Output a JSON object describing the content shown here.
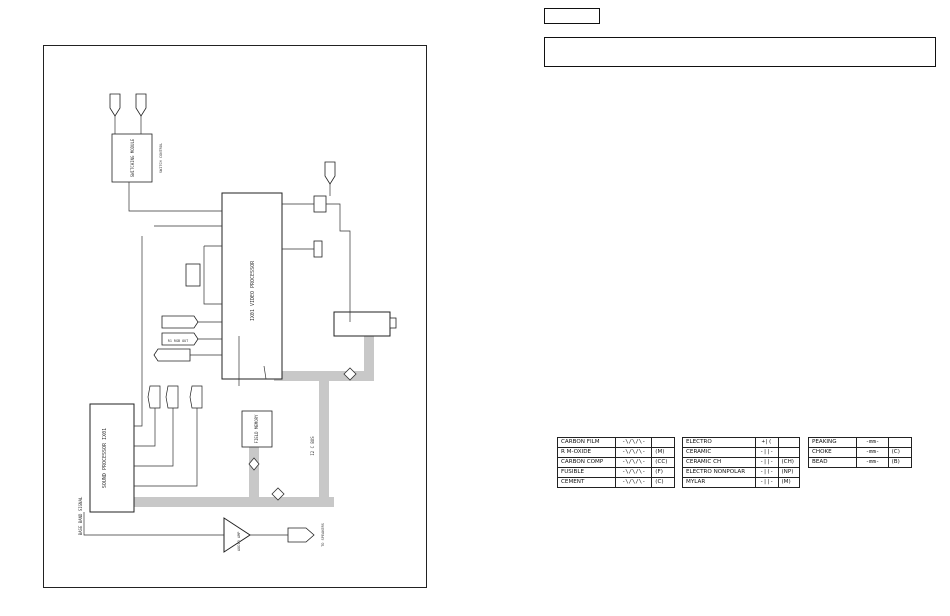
{
  "header": {
    "small_box_text": "",
    "wide_box_text": ""
  },
  "diagram": {
    "blocks": {
      "video_processor": "IX01\nVIDEO PROCESSOR",
      "sound_processor": "SOUND PROCESSOR  IX01",
      "switching_module": "SWITCHING\nMODULE",
      "field_memory": "FIELD\nMEMORY",
      "audio_amplifier": "AUDIO\nAMPLIFIER",
      "speaker_label": "TO SPEAKERS/\nHEAD PHONE"
    },
    "signals": {
      "iic_bus": "I2 C BUS",
      "base_band_signal": "BASE BAND SIGNAL",
      "rgb_out": "R1 RGB OUT"
    }
  },
  "legend": {
    "resistors": [
      {
        "name": "CARBON FILM",
        "symbol": "-\\/\\/\\-",
        "code": ""
      },
      {
        "name": "R M-OXIDE",
        "symbol": "-\\/\\/\\-",
        "code": "(M)"
      },
      {
        "name": "CARBON COMP",
        "symbol": "-\\/\\/\\-",
        "code": "(CC)"
      },
      {
        "name": "FUSIBLE",
        "symbol": "-\\/\\/\\-",
        "code": "(F)"
      },
      {
        "name": "CEMENT",
        "symbol": "-\\/\\/\\-",
        "code": "(C)"
      }
    ],
    "capacitors": [
      {
        "name": "ELECTRO",
        "symbol": "+|(",
        "code": ""
      },
      {
        "name": "CERAMIC",
        "symbol": "-||-",
        "code": ""
      },
      {
        "name": "CERAMIC CH",
        "symbol": "-||-",
        "code": "(CH)"
      },
      {
        "name": "ELECTRO NONPOLAR",
        "symbol": "-|(-",
        "code": "(NP)"
      },
      {
        "name": "MYLAR",
        "symbol": "-||-",
        "code": "(M)"
      }
    ],
    "inductors": [
      {
        "name": "PEAKING",
        "symbol": "-mm-",
        "code": ""
      },
      {
        "name": "CHOKE",
        "symbol": "-mm-",
        "code": "(C)"
      },
      {
        "name": "BEAD",
        "symbol": "-mm-",
        "code": "(B)"
      }
    ]
  }
}
